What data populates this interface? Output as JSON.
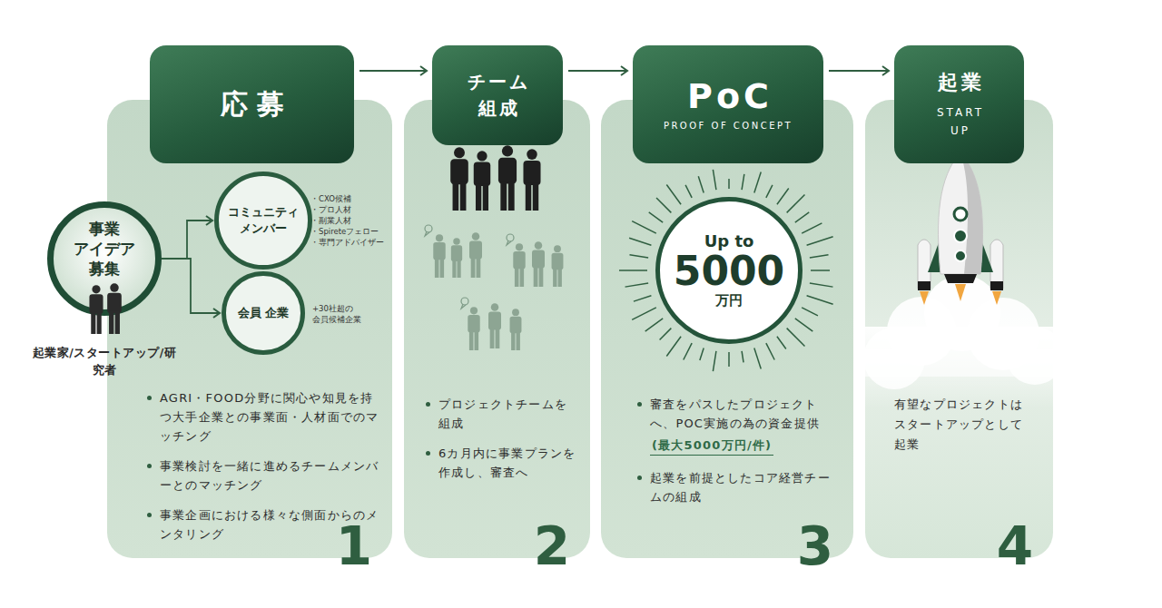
{
  "diagram": {
    "nodes": [
      {
        "text": [
          "応募"
        ]
      },
      {
        "text": [
          "AGRI・FOOD分野に関心や知見を持つ大手企業との事業面・人材面でのマッチング",
          "事業検討を一緒に進めるチームメンバーとのマッチング",
          "事業企画における様々な側面からのメンタリング",
          "1"
        ]
      },
      {
        "text": [
          "事業 アイデア 募集",
          "起業家/スタートアップ/研究者"
        ]
      },
      {
        "text": [
          "コミュニティ メンバー"
        ],
        "in": 1
      },
      {
        "text": [
          "会員 企業"
        ],
        "in": 1
      },
      {
        "text": [
          "チーム 組成"
        ]
      },
      {
        "text": [
          "プロジェクトチームを組成",
          "6カ月内に事業プランを作成し、審査へ",
          "2"
        ]
      },
      {
        "text": [
          "PoC",
          "PROOF OF CONCEPT"
        ]
      },
      {
        "text": [
          "審査をパスしたプロジェクトへ、POC実施の為の資金提供",
          "(最大5000万円/件)",
          "起業を前提としたコア経営チームの組成",
          "3"
        ]
      },
      {
        "text": [
          "Up to",
          "5000",
          "万円"
        ],
        "in": 8
      },
      {
        "text": [
          "起業",
          "START UP"
        ]
      },
      {
        "text": [
          "有望なプロジェクトは スタートアップとして 起業",
          "4"
        ]
      }
    ],
    "edges": [
      {
        "from": 0,
        "to": 5,
        "arrow": "to"
      },
      {
        "from": 5,
        "to": 7,
        "arrow": "to"
      },
      {
        "from": 7,
        "to": 10,
        "arrow": "to"
      },
      {
        "from": 2,
        "to": 3,
        "arrow": "to"
      },
      {
        "from": 2,
        "to": 4,
        "arrow": "to"
      }
    ],
    "labels": [
      "・CXO候補",
      "・プロ人材",
      "・副業人材",
      "・Spireteフェロー",
      "・専門アドバイザー",
      "+30社超の 会員候補企業"
    ]
  }
}
